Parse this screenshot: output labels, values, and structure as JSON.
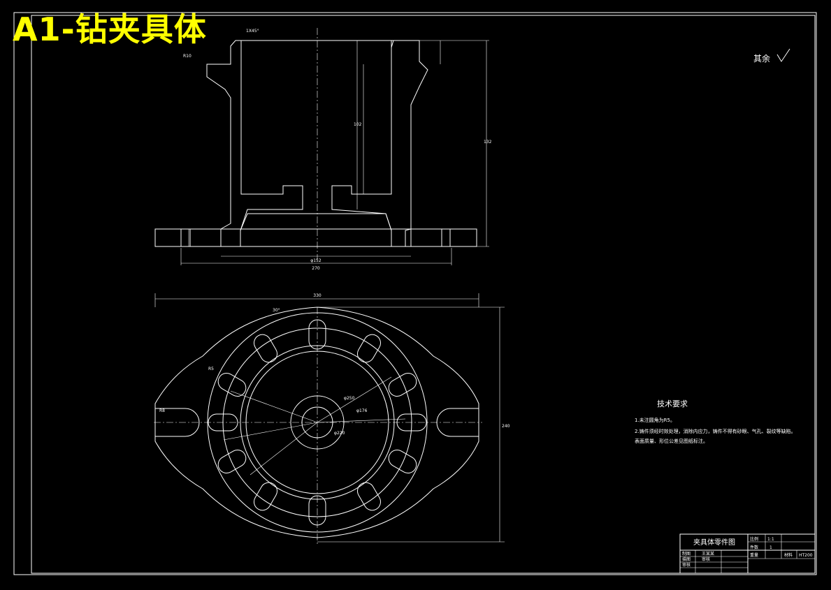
{
  "sheet_title": "A1-钻夹具体",
  "roughness_note": "其余",
  "tech_requirements": {
    "heading": "技术要求",
    "lines": [
      "1.未注圆角为R5。",
      "2.铸件须经时效处理，消除内应力，铸件不得有砂眼、气孔、裂纹等缺陷。",
      "表面质量、形位公差见图纸标注。"
    ]
  },
  "dimensions": {
    "overall_width_top": "270",
    "base_dia": "φ152",
    "height_total": "132",
    "inner_depth": "102",
    "top_chamfer": "1X45°",
    "top_radius": "R10",
    "bottom_width_plan": "330",
    "plan_height": "240",
    "bolt_circle": "φ250",
    "pitch_dia": "φ176",
    "inner_dia": "φ220",
    "angle": "30°",
    "slot_r": "R5",
    "hole_r": "R8"
  },
  "title_block": {
    "part_name": "夹具体零件图",
    "scale_label": "比例",
    "scale_value": "1:1",
    "qty_label": "件数",
    "qty_value": "1",
    "drawn_label": "制图",
    "drawn_value": "王某某",
    "weight_label": "重量",
    "material_label": "材料",
    "material_value": "HT200",
    "design_label": "描图",
    "design_value": "审核",
    "review_label": "审核"
  }
}
